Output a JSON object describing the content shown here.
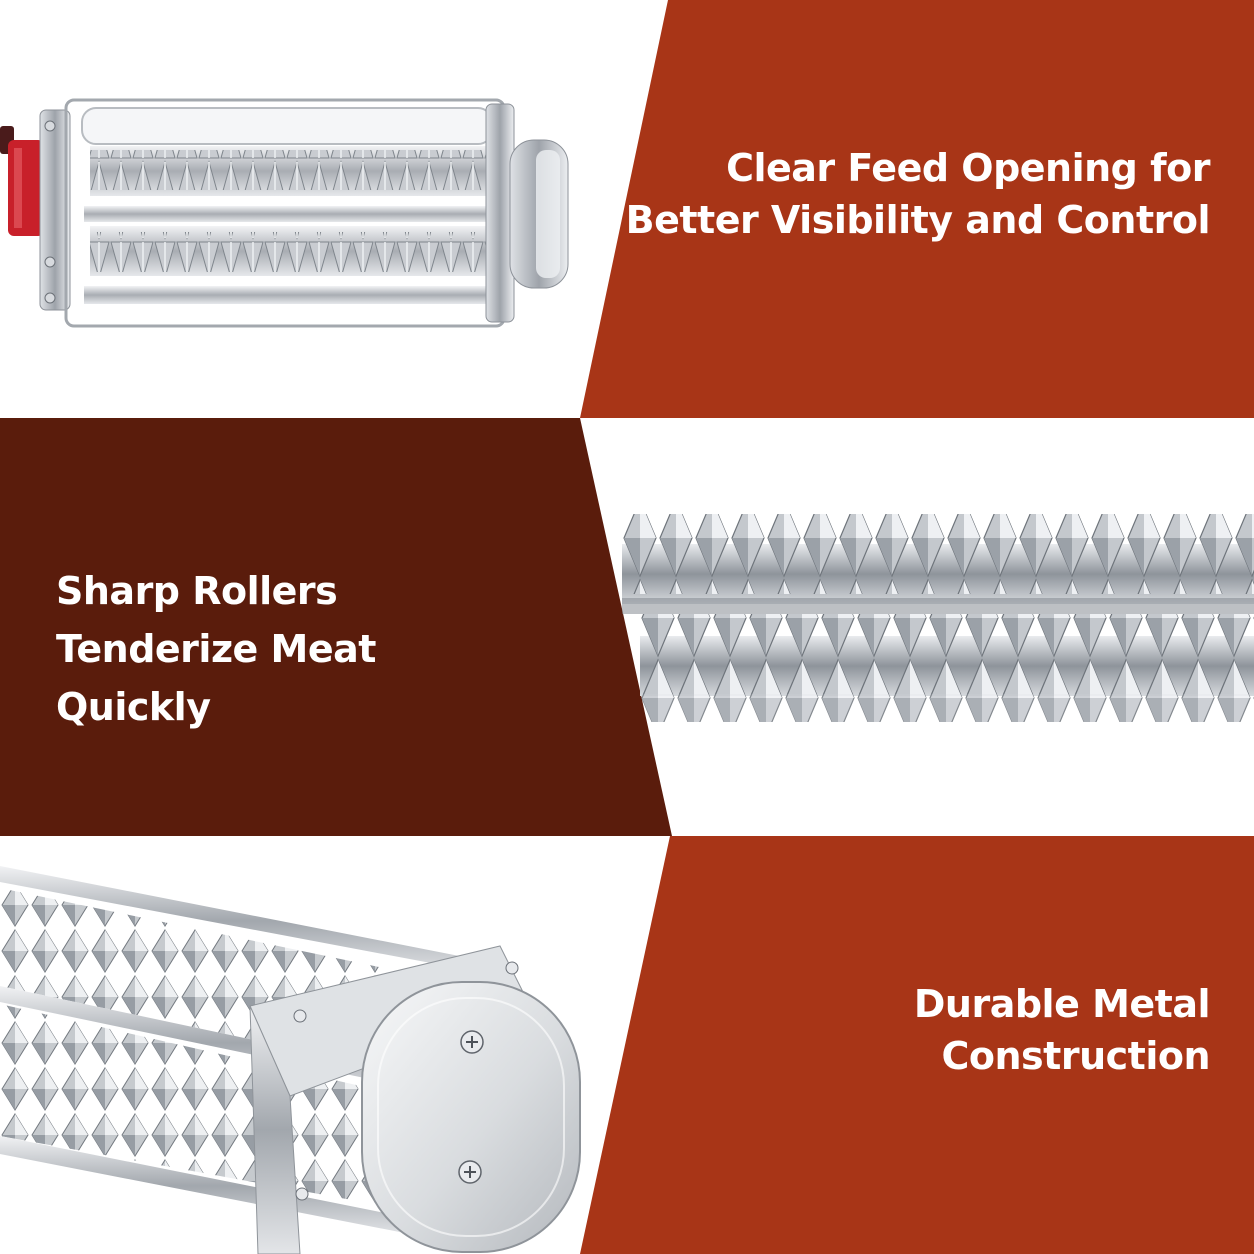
{
  "colors": {
    "rust": "#A83517",
    "dark_brown": "#5A1C0C",
    "background": "#FFFFFF",
    "steel": "#B9BDC3",
    "accent_red": "#C8202A"
  },
  "features": [
    {
      "lines": [
        "Clear Feed Opening for",
        "Better Visibility and Control"
      ]
    },
    {
      "lines": [
        "Sharp Rollers",
        "Tenderize Meat",
        "Quickly"
      ]
    },
    {
      "lines": [
        "Durable Metal",
        "Construction"
      ]
    }
  ]
}
